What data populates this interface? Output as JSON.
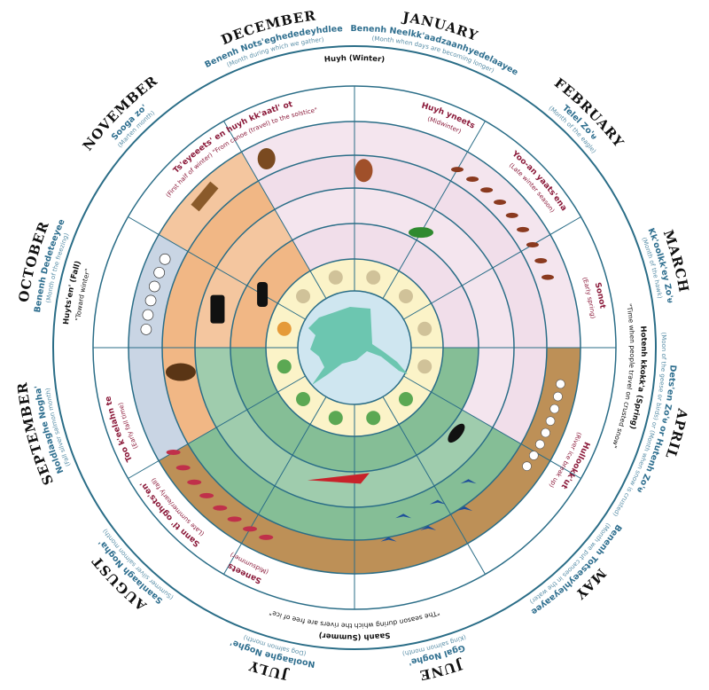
{
  "months": [
    {
      "name": "JANUARY",
      "dene": "Benenh Neelkk'aadzaanhyedelaayee",
      "english": "(Month when days are becoming longer)",
      "angle": 15
    },
    {
      "name": "FEBRUARY",
      "dene": "Telel Zo'ᵾ",
      "english": "(Month of the eagle)",
      "angle": 45
    },
    {
      "name": "MARCH",
      "dene": "Kk'oolkk'ey Zo'ᵾ",
      "english": "(Month of the hawk)",
      "angle": 75
    },
    {
      "name": "APRIL",
      "dene": "Dets'en Zo'ᵾ or Hutenh Zo'ᵾ",
      "english": "(Moon of the geese or birds) or (Month when snow is crusted)",
      "angle": 105
    },
    {
      "name": "MAY",
      "dene": "Benenh Totseeyhleyaayee",
      "english": "(Month we put canoes in the water)",
      "angle": 135
    },
    {
      "name": "JUNE",
      "dene": "Ggal Noghe'",
      "english": "(King salmon month)",
      "angle": 165
    },
    {
      "name": "JULY",
      "dene": "Noolaaghe Noghe'",
      "english": "(Dog salmon month)",
      "angle": 195
    },
    {
      "name": "AUGUST",
      "dene": "Saanlaagh Nogha'",
      "english": "(Summer silver salmon month)",
      "angle": 225
    },
    {
      "name": "SEPTEMBER",
      "dene": "Noldlaaghe Nogha'",
      "english": "(Fall silver salmon month)",
      "angle": 255
    },
    {
      "name": "OCTOBER",
      "dene": "Benenh Dedeteeyee",
      "english": "(Month of the freezing)",
      "angle": 285
    },
    {
      "name": "NOVEMBER",
      "dene": "Sooga zo'",
      "english": "(Marten month)",
      "angle": 315
    },
    {
      "name": "DECEMBER",
      "dene": "Benenh Nots'eghededeyhdlee",
      "english": "(Month during which we gather)",
      "angle": 345
    }
  ],
  "seasons": [
    {
      "label": "Huyh (Winter)",
      "quote": "",
      "angle": 0
    },
    {
      "label": "Hotenh kkokk'a (Spring)",
      "quote": "\"Time when people travel on crusted snow\"",
      "angle": 96
    },
    {
      "label": "Saanh (Summer)",
      "quote": "\"The season during which the rivers are free of ice\"",
      "angle": 180
    },
    {
      "label": "Huyts'en' (Fall)",
      "quote": "\"Toward winter\"",
      "angle": 281
    }
  ],
  "subseasons": [
    {
      "label": "Huyh yneets",
      "english": "(Midwinter)",
      "angle": 22
    },
    {
      "label": "Yoo-an yaats'ena",
      "english": "(Late winter season)",
      "angle": 48
    },
    {
      "label": "Sonot",
      "english": "(Early spring)",
      "angle": 78
    },
    {
      "label": "Hullookk'ut",
      "english": "(River ice break up)",
      "angle": 118
    },
    {
      "label": "Saneets",
      "english": "(Midsummer)",
      "angle": 206
    },
    {
      "label": "Sann tl' oghots'en'",
      "english": "(Late summer/early fall)",
      "angle": 228
    },
    {
      "label": "Too k'eelahn te",
      "english": "(Early fall time)",
      "angle": 251
    },
    {
      "label": "Ts'eyeeets' en huyh kk'aatl' ot",
      "english": "(First half of winter) \"From canoe (travel) to the solstice\"",
      "angle": 330
    }
  ],
  "colors": {
    "ring_line": "#2a6d87",
    "winter": "#eed8e6",
    "fall": "#eeaa70",
    "summer": "#6fb384",
    "river_brown": "#b98a4e",
    "ice": "#c6d3e3",
    "tree_ring": "#fbf3c8",
    "map_bg": "#cfe6f0",
    "alaska": "#6cc6b0"
  }
}
